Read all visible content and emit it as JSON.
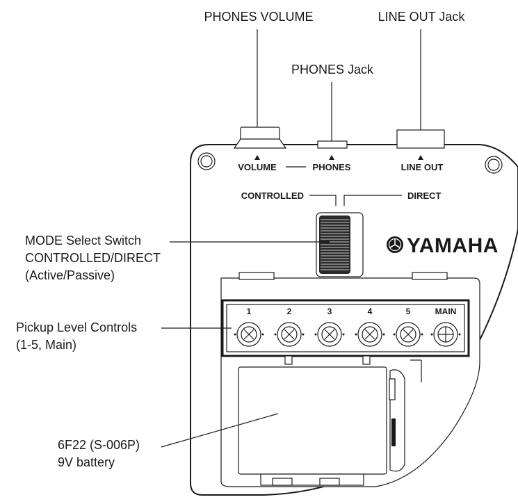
{
  "callouts": {
    "phones_volume": "PHONES VOLUME",
    "line_out_jack": "LINE OUT Jack",
    "phones_jack": "PHONES Jack",
    "mode_switch": [
      "MODE Select Switch",
      "CONTROLLED/DIRECT",
      "(Active/Passive)"
    ],
    "pickup_controls": [
      "Pickup Level Controls",
      "(1-5, Main)"
    ],
    "battery": [
      "6F22 (S-006P)",
      "9V battery"
    ]
  },
  "panel": {
    "volume": "VOLUME",
    "phones": "PHONES",
    "line_out": "LINE OUT",
    "controlled": "CONTROLLED",
    "direct": "DIRECT",
    "controls": [
      "1",
      "2",
      "3",
      "4",
      "5",
      "MAIN"
    ]
  },
  "brand": {
    "name": "YAMAHA",
    "logo_icon": "tuning-fork-emblem-icon"
  },
  "colors": {
    "ink": "#1a1a1a",
    "background": "#ffffff"
  }
}
